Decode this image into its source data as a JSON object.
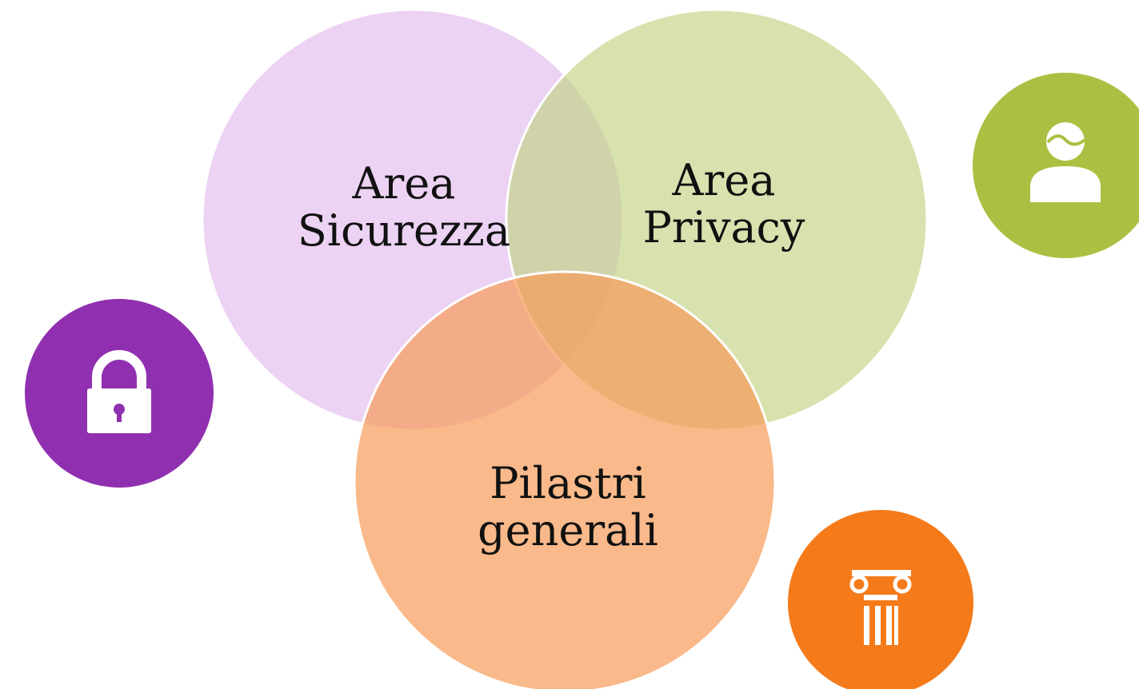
{
  "colors": {
    "sicurezza_fill": "#d9a6e8",
    "privacy_fill": "#c2d382",
    "pilastri_fill": "#f79b59",
    "lock_badge": "#9030b0",
    "person_badge": "#adbf42",
    "column_badge": "#f57a1a",
    "icon_glyph": "#ffffff"
  },
  "circles": {
    "sicurezza": {
      "line1": "Area",
      "line2": "Sicurezza"
    },
    "privacy": {
      "line1": "Area",
      "line2": "Privacy"
    },
    "pilastri": {
      "line1": "Pilastri",
      "line2": "generali"
    }
  },
  "badges": {
    "lock": {
      "icon": "lock-icon"
    },
    "person": {
      "icon": "person-icon"
    },
    "column": {
      "icon": "column-icon"
    }
  }
}
